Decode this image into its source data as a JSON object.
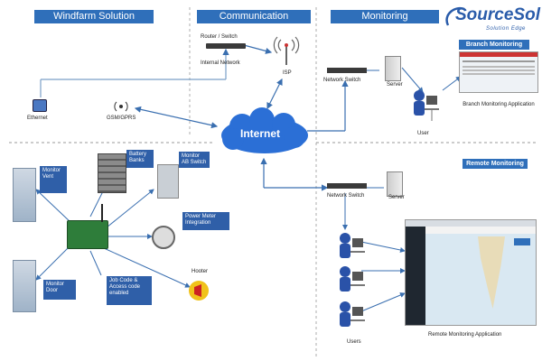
{
  "sections": {
    "windfarm": "Windfarm Solution",
    "communication": "Communication",
    "monitoring": "Monitoring"
  },
  "brand": {
    "name": "SourceSol",
    "tagline": "Solution Edge"
  },
  "branch": {
    "header": "Branch Monitoring",
    "network_switch": "Network Switch",
    "server": "Server",
    "app_label": "Branch Monitoring Application",
    "user": "User"
  },
  "communication": {
    "router": "Router / Switch",
    "internal_network": "Internal Network",
    "isp": "ISP",
    "internet": "Internet",
    "ethernet": "Ethernet",
    "gsm": "GSM/GPRS"
  },
  "windfarm": {
    "monitor_vent": "Monitor Vent",
    "monitor_door": "Monitor Door",
    "battery_banks": "Battery Banks",
    "monitor_ab_switch": "Monitor AB Switch",
    "power_meter": "Power Meter Integration",
    "job_code": "Job Code & Access code enabled",
    "hooter": "Hooter"
  },
  "remote": {
    "header": "Remote Monitoring",
    "network_switch": "Network Switch",
    "server": "Server",
    "users": "Users",
    "app_label": "Remote Monitoring Application"
  },
  "colors": {
    "accent": "#2f6fba",
    "box": "#2f5fa8",
    "cloud": "#2b6fd6",
    "arrow": "#3a6fb0",
    "brand": "#2a5caa"
  }
}
